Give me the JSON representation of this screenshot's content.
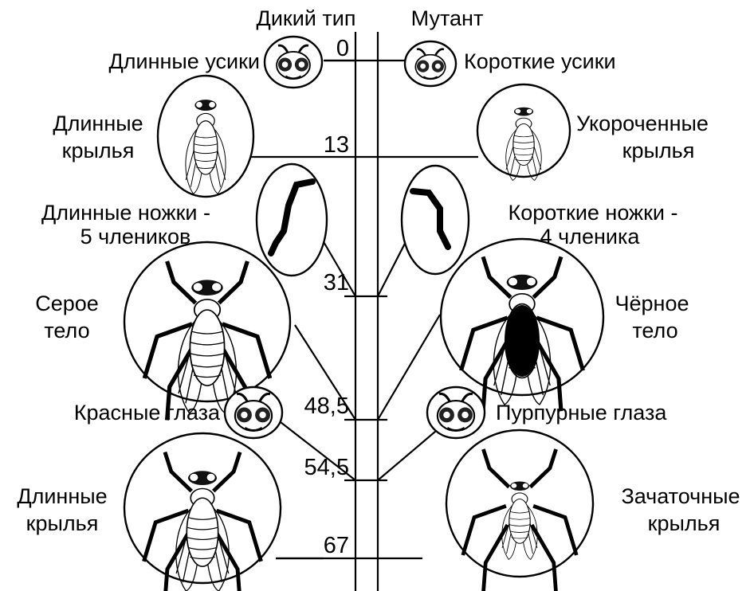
{
  "header": {
    "wild": "Дикий тип",
    "mutant": "Мутант"
  },
  "loci": [
    {
      "value": "0",
      "wild": [
        "Длинные усики"
      ],
      "mutant": [
        "Короткие усики"
      ]
    },
    {
      "value": "13",
      "wild": [
        "Длинные",
        "крылья"
      ],
      "mutant": [
        "Укороченные",
        "крылья"
      ]
    },
    {
      "value": "31",
      "wild": [
        "Длинные ножки -",
        "5 члеников"
      ],
      "mutant": [
        "Короткие ножки -",
        "4 членика"
      ]
    },
    {
      "value": "48,5",
      "wild": [
        "Серое",
        "тело"
      ],
      "mutant": [
        "Чёрное",
        "тело"
      ]
    },
    {
      "value": "54,5",
      "wild": [
        "Красные глаза"
      ],
      "mutant": [
        "Пурпурные глаза"
      ]
    },
    {
      "value": "67",
      "wild": [
        "Длинные",
        "крылья"
      ],
      "mutant": [
        "Зачаточные",
        "крылья"
      ]
    }
  ],
  "icons": {
    "wild": [
      "antennae-head-icon",
      "fly-wings-icon",
      "leg-icon",
      "fly-body-icon",
      "eyes-head-icon",
      "fly-wings-icon"
    ],
    "mutant": [
      "antennae-head-icon",
      "fly-wings-icon",
      "leg-icon",
      "fly-body-icon",
      "eyes-head-icon",
      "fly-wings-icon"
    ]
  }
}
